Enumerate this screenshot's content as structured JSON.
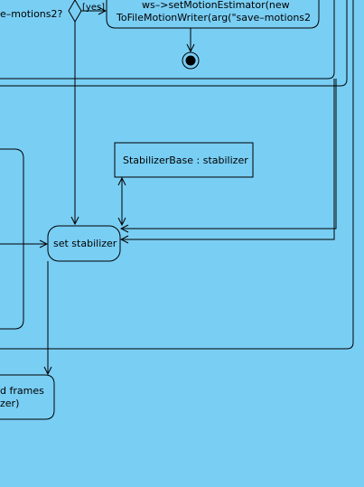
{
  "diagram": {
    "background": "#79CEF4",
    "stroke": "#000000",
    "decision_label": "e–motions2?",
    "guard_yes": "[yes]",
    "action_write_motions": {
      "line1": "ws–>setMotionEstimator(new",
      "line2": "ToFileMotionWriter(arg(\"save–motions2"
    },
    "object_node": "StabilizerBase : stabilizer",
    "action_set_stabilizer": "set stabilizer",
    "action_bottom": {
      "line1": "d frames",
      "line2": "zer)"
    },
    "final_node": "activity-final-icon"
  }
}
